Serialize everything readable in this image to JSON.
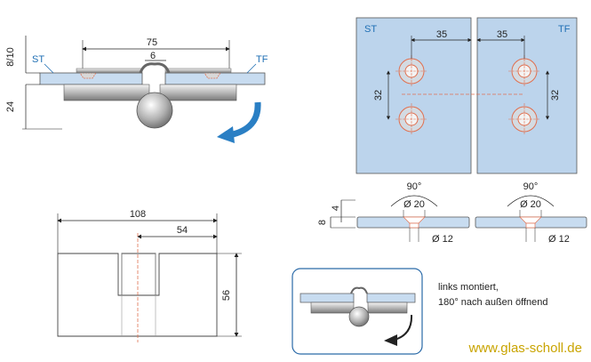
{
  "top_view": {
    "dim_thickness": "8/10",
    "dim_height": "24",
    "dim_width": "75",
    "dim_gap": "6",
    "label_left": "ST",
    "label_right": "TF"
  },
  "plates": {
    "label_left": "ST",
    "label_right": "TF",
    "dim_left_x": "35",
    "dim_right_x": "35",
    "dim_left_y": "32",
    "dim_right_y": "32"
  },
  "countersink": {
    "angle_left": "90°",
    "angle_right": "90°",
    "dia_top_left": "Ø 20",
    "dia_top_right": "Ø 20",
    "dia_bottom_left": "Ø 12",
    "dia_bottom_right": "Ø 12",
    "dim_8": "8",
    "dim_4": "4"
  },
  "front_view": {
    "dim_total": "108",
    "dim_half": "54",
    "dim_height": "56"
  },
  "note": {
    "line1": "links montiert,",
    "line2": "180° nach außen öffnend"
  },
  "watermark": "www.glas-scholl.de",
  "colors": {
    "glass_blue": "#c8dcf0",
    "plate_blue": "#bcd4ec",
    "label_blue": "#1f6fb4",
    "arrow_blue": "#2a7fc4",
    "hole_orange": "#e07050",
    "watermark": "#c9a400"
  }
}
